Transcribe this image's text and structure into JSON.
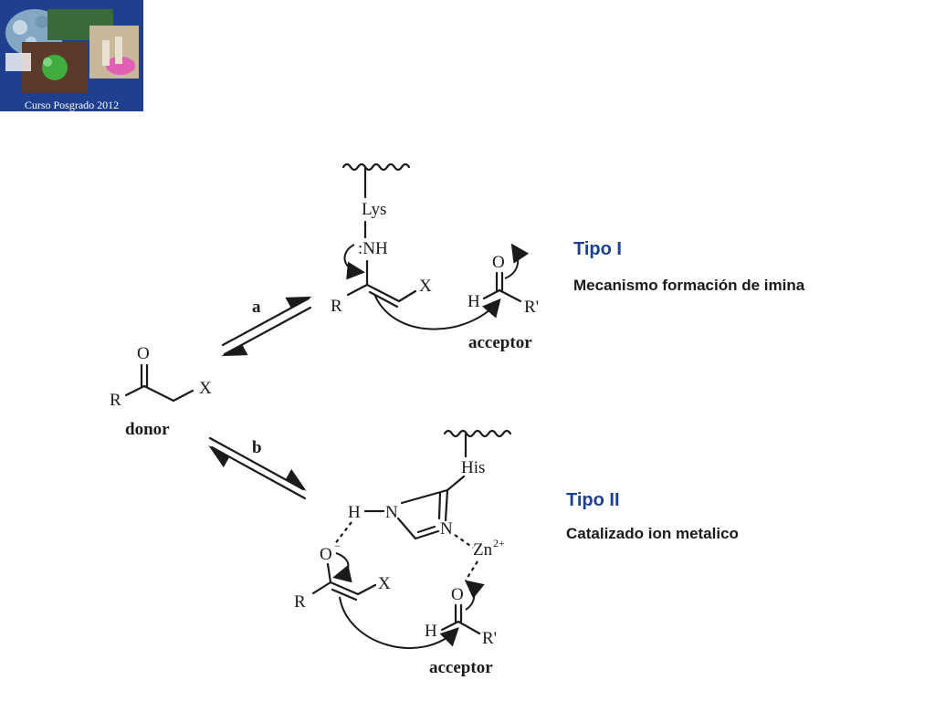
{
  "logo": {
    "caption": "Curso Posgrado 2012"
  },
  "tipo1": {
    "title": "Tipo I",
    "subtitle": "Mecanismo formación de imina"
  },
  "tipo2": {
    "title": "Tipo II",
    "subtitle": "Catalizado ion metalico"
  },
  "scheme": {
    "donor": {
      "O": "O",
      "R": "R",
      "X": "X",
      "label": "donor"
    },
    "path_a": {
      "arrow_label": "a",
      "enzyme_residue": "Lys",
      "amine": ":NH",
      "R": "R",
      "X": "X",
      "acceptor_O": "O",
      "acceptor_H": "H",
      "acceptor_R": "R'",
      "acceptor_label": "acceptor"
    },
    "path_b": {
      "arrow_label": "b",
      "enzyme_residue": "His",
      "H": "H",
      "N1": "N",
      "N2": "N",
      "metal": "Zn",
      "metal_charge": "2+",
      "enolate_O": "O",
      "charge": "−",
      "R": "R",
      "X": "X",
      "acceptor_O": "O",
      "acceptor_H": "H",
      "acceptor_R": "R'",
      "acceptor_label": "acceptor"
    }
  }
}
